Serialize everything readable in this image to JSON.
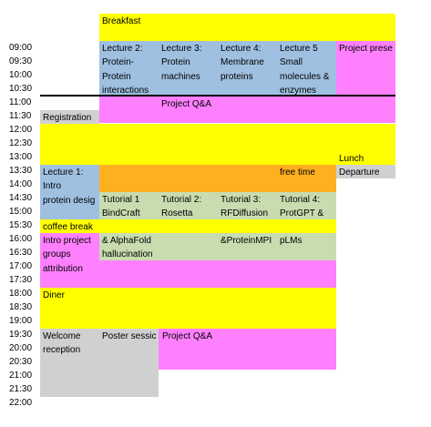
{
  "colors": {
    "yellow": "#ffff00",
    "blue": "#9fc0e0",
    "magenta": "#ff80ff",
    "orange": "#ffb020",
    "green": "#c8dcb0",
    "gray": "#d0d0d0",
    "divider": "#000000"
  },
  "time_labels": [
    "09:00",
    "09:30",
    "10:00",
    "10:30",
    "11:00",
    "11:30",
    "12:00",
    "12:30",
    "13:00",
    "13:30",
    "14:00",
    "14:30",
    "15:00",
    "15:30",
    "16:00",
    "16:30",
    "17:00",
    "17:30",
    "18:00",
    "18:30",
    "19:00",
    "19:30",
    "20:00",
    "20:30",
    "21:00",
    "21:30",
    "22:00"
  ],
  "cells": {
    "breakfast": "Breakfast",
    "lecture2": "Lecture 2:\nProtein-\nProtein\ninteractions",
    "lecture3": "Lecture 3:\nProtein\nmachines",
    "lecture4": "Lecture 4:\nMembrane\nproteins",
    "lecture5": "Lecture 5\nSmall\nmolecules &\nenzymes",
    "project_pres": "Project prese",
    "project_qa_morning": "Project Q&A",
    "registration": "Registration",
    "lunch": "Lunch",
    "lecture1": "Lecture 1:\nIntro\nprotein desig",
    "free_time": "free time",
    "departure": "Departure",
    "tutorial1": "Tutorial 1\nBindCraft",
    "tutorial2": "Tutorial 2:\nRosetta",
    "tutorial3": "Tutorial 3:\nRFDiffusion",
    "tutorial4": "Tutorial 4:\nProtGPT &",
    "coffee_break": "coffee break",
    "intro_groups": "Intro project\ngroups\nattribution",
    "alphafold": "& AlphaFold\nhallucination",
    "proteinmpnn": "&ProteinMPI",
    "plms": "pLMs",
    "diner": "Diner",
    "welcome": "Welcome\nreception",
    "poster": "Poster sessic",
    "project_qa_evening": "Project Q&A"
  }
}
